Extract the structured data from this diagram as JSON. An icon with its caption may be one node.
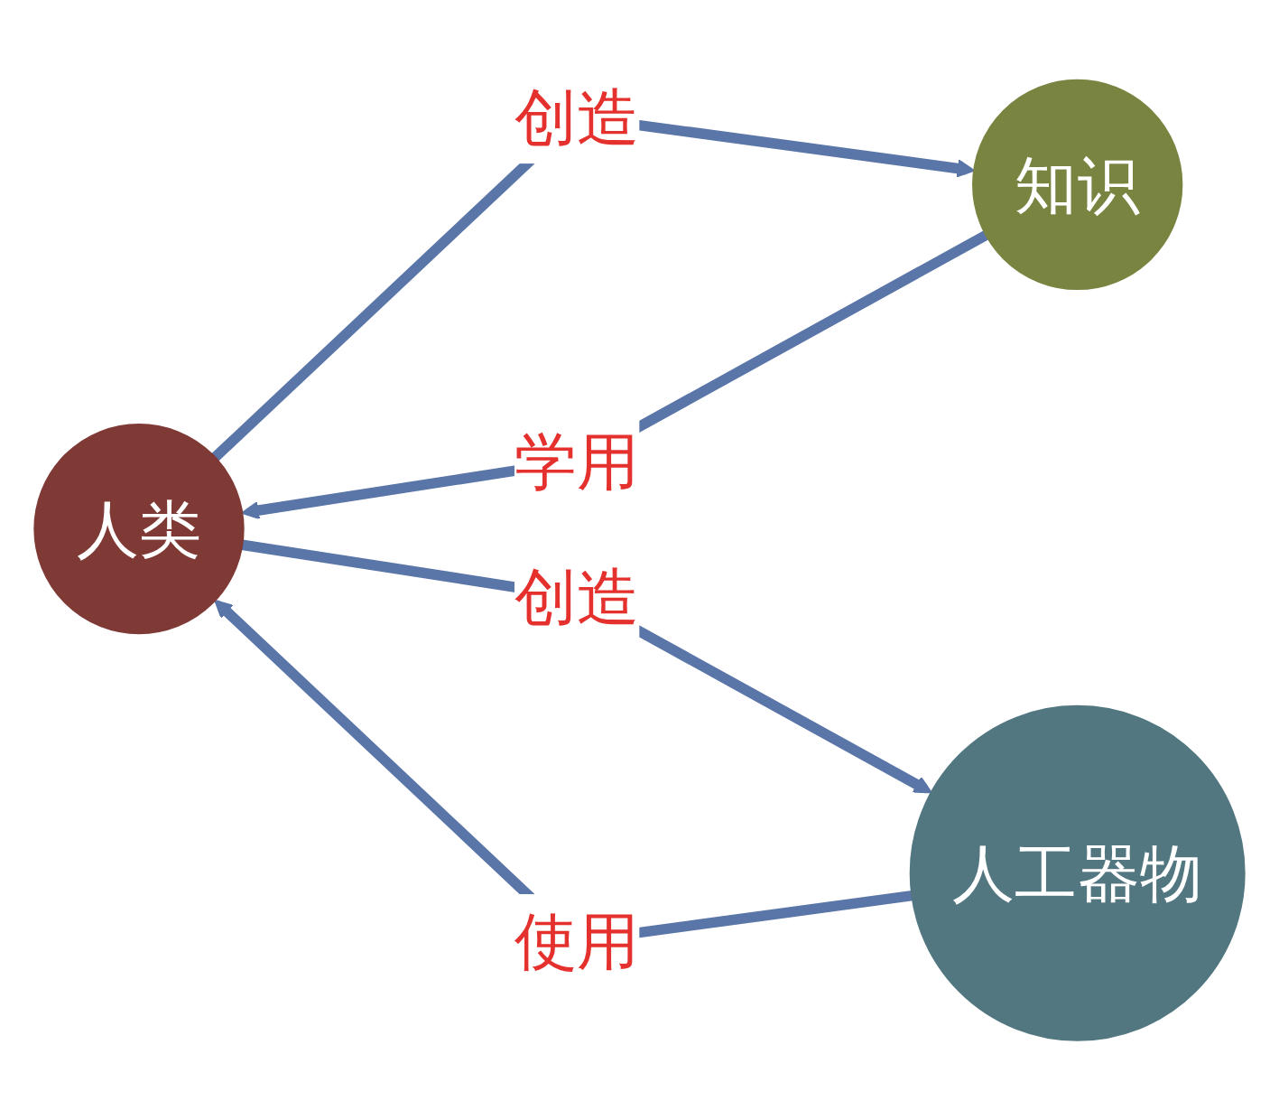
{
  "diagram": {
    "nodes": [
      {
        "text": [
          "知识"
        ]
      },
      {
        "text": [
          "人类"
        ]
      },
      {
        "text": [
          "人工器物"
        ]
      }
    ],
    "edges": [
      {
        "from": 1,
        "to": 0,
        "arrow": "to",
        "label": "创造"
      },
      {
        "from": 0,
        "to": 1,
        "arrow": "to",
        "label": "学用"
      },
      {
        "from": 1,
        "to": 2,
        "arrow": "to",
        "label": "创造"
      },
      {
        "from": 2,
        "to": 1,
        "arrow": "to",
        "label": "使用"
      }
    ]
  }
}
